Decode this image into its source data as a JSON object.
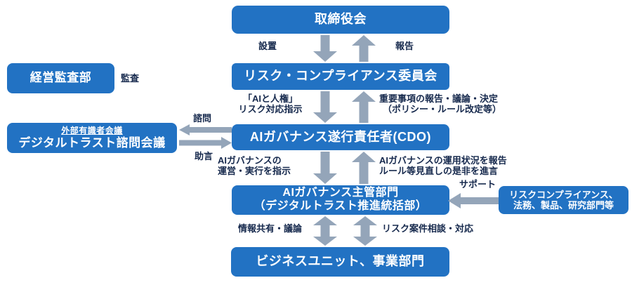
{
  "diagram": {
    "title_hint": "AI governance structure flow",
    "colors": {
      "box_blue": "#2272c3",
      "arrow_gray": "#94a5b9",
      "label_navy": "#16294d"
    },
    "boxes": {
      "board": "取締役会",
      "committee": "リスク・コンプライアンス委員会",
      "cdo": "AIガバナンス遂行責任者(CDO)",
      "dept_line1": "AIガバナンス主管部門",
      "dept_line2": "（デジタルトラスト推進統括部）",
      "business": "ビジネスユニット、事業部門",
      "audit": "経営監査部",
      "advisory_line1": "外部有識者会議",
      "advisory_line2": "デジタルトラスト諮問会議",
      "support_line1": "リスクコンプライアンス、",
      "support_line2": "法務、製品、研究部門等"
    },
    "labels": {
      "setchi": "設置",
      "hokoku": "報告",
      "ai_jinken_line1": "「AIと人権」",
      "ai_jinken_line2": "リスク対応指示",
      "juyo_line1": "重要事項の報告・議論・決定",
      "juyo_line2": "（ポリシー・ルール改定等）",
      "unei_line1": "AIガバナンスの",
      "unei_line2": "運営・実行を指示",
      "unyo_line1": "AIガバナンスの運用状況を報告",
      "unyo_line2": "ルール等見直しの是非を進言",
      "support": "サポート",
      "joho_kyoyu": "情報共有・議論",
      "risk_soudan": "リスク案件相談・対応",
      "kansa": "監査",
      "shimon": "諮問",
      "jogen": "助言"
    }
  }
}
